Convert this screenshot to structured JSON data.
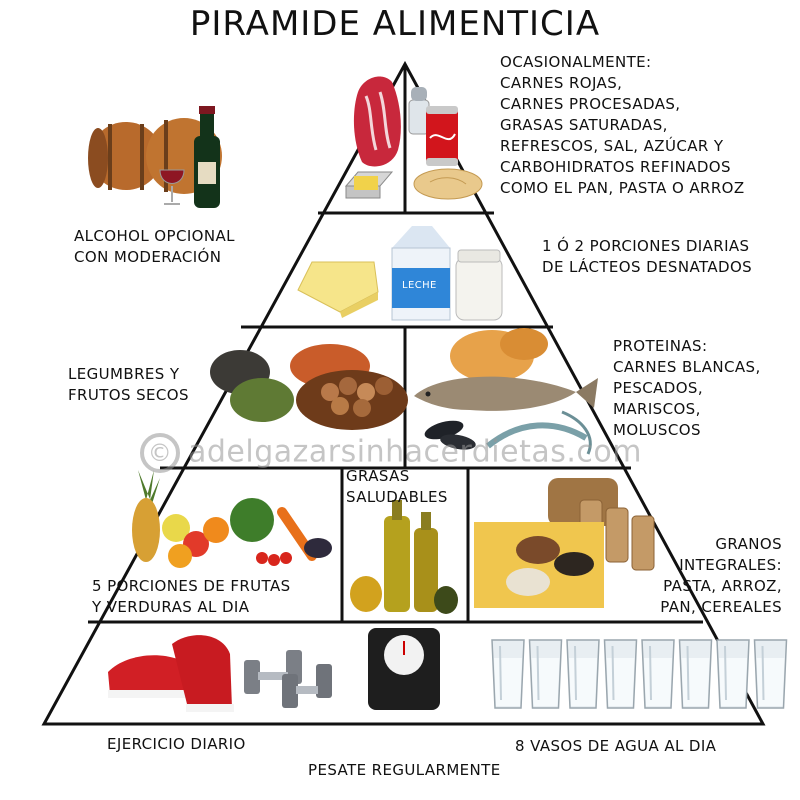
{
  "title": "PIRAMIDE ALIMENTICIA",
  "watermark": "adelgazarsinhacerdietas.com",
  "watermark_symbol": "©",
  "levels": {
    "top": {
      "heading": "OCASIONALMENTE:",
      "lines": [
        "CARNES ROJAS,",
        "CARNES PROCESADAS,",
        "GRASAS SATURADAS,",
        "REFRESCOS, SAL, AZÚCAR Y",
        "CARBOHIDRATOS REFINADOS",
        "COMO EL PAN, PASTA O ARROZ"
      ]
    },
    "alcohol": {
      "lines": [
        "ALCOHOL OPCIONAL",
        "CON MODERACIÓN"
      ]
    },
    "dairy": {
      "lines": [
        "1 Ó 2 PORCIONES DIARIAS",
        "DE LÁCTEOS DESNATADOS"
      ],
      "carton_label": "LECHE"
    },
    "legumes": {
      "lines": [
        "LEGUMBRES Y",
        "FRUTOS SECOS"
      ]
    },
    "proteins": {
      "lines": [
        "PROTEINAS:",
        "CARNES BLANCAS,",
        "PESCADOS,",
        "MARISCOS,",
        "MOLUSCOS"
      ]
    },
    "fats": {
      "lines": [
        "GRASAS",
        "SALUDABLES"
      ]
    },
    "fruits": {
      "lines": [
        "5 PORCIONES DE FRUTAS",
        "Y VERDURAS AL DIA"
      ]
    },
    "grains": {
      "lines": [
        "GRANOS",
        "INTEGRALES:",
        "PASTA, ARROZ,",
        "PAN, CEREALES"
      ]
    },
    "base": {
      "exercise": "EJERCICIO DIARIO",
      "weigh": "PESATE REGULARMENTE",
      "water": "8 VASOS DE AGUA AL DIA"
    }
  },
  "colors": {
    "outline": "#111111",
    "background": "#ffffff"
  }
}
